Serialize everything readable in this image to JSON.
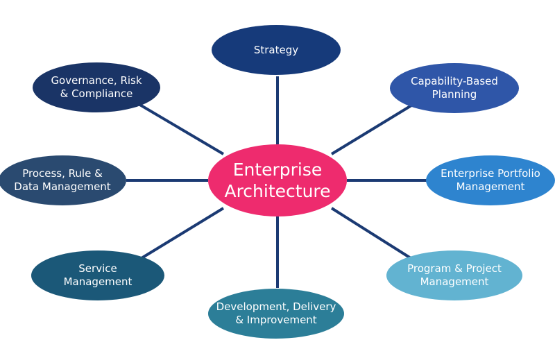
{
  "center": {
    "label": "Enterprise\nArchitecture",
    "color": "#EE2B6E"
  },
  "connector_color": "#1B3A73",
  "nodes": [
    {
      "id": "strategy",
      "label": "Strategy",
      "color": "#163A7A"
    },
    {
      "id": "capability-based-planning",
      "label": "Capability-Based\nPlanning",
      "color": "#2F56A8"
    },
    {
      "id": "enterprise-portfolio-management",
      "label": "Enterprise Portfolio\nManagement",
      "color": "#2E84CF"
    },
    {
      "id": "program-project-management",
      "label": "Program & Project\nManagement",
      "color": "#62B3D1"
    },
    {
      "id": "development-delivery-improvement",
      "label": "Development, Delivery\n& Improvement",
      "color": "#2C7E98"
    },
    {
      "id": "service-management",
      "label": "Service\nManagement",
      "color": "#1B5878"
    },
    {
      "id": "process-rule-data-management",
      "label": "Process, Rule &\nData Management",
      "color": "#2A4A70"
    },
    {
      "id": "governance-risk-compliance",
      "label": "Governance, Risk\n& Compliance",
      "color": "#1A3466"
    }
  ]
}
